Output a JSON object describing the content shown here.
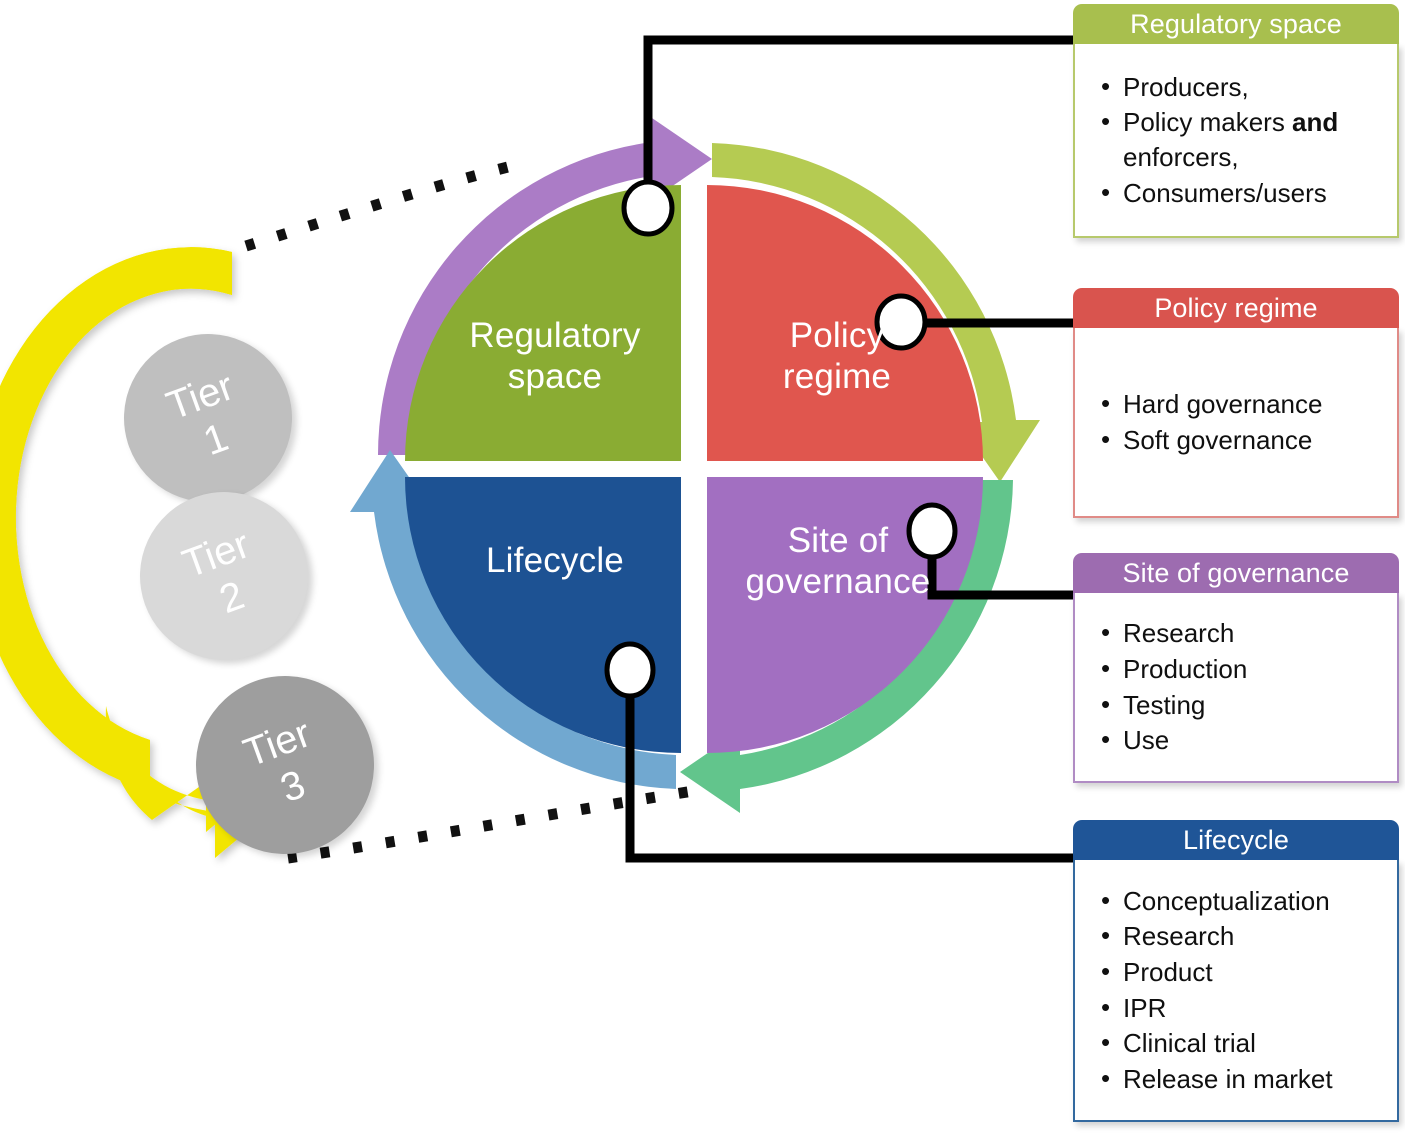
{
  "diagram": {
    "title_hidden": "",
    "center_wheel": {
      "quadrants": [
        {
          "key": "regulatory_space",
          "label": "Regulatory\nspace",
          "label_line1": "Regulatory",
          "label_line2": "space",
          "fill": "#8aac33",
          "arc_color": "#a97cc4",
          "arc_name": "purple-arc-arrow"
        },
        {
          "key": "policy_regime",
          "label_line1": "Policy",
          "label_line2": "regime",
          "fill": "#e0564e",
          "arc_color": "#b5cb52",
          "arc_name": "green-arc-arrow"
        },
        {
          "key": "site_of_governance",
          "label_line1": "Site of",
          "label_line2": "governance",
          "fill": "#a26fc1",
          "arc_color": "#62c58c",
          "arc_name": "teal-arc-arrow"
        },
        {
          "key": "lifecycle",
          "label_line1": "Lifecycle",
          "label_line2": "",
          "fill": "#1d5293",
          "arc_color": "#71a8d0",
          "arc_name": "blue-arc-arrow"
        }
      ]
    },
    "tiers": [
      {
        "name": "Tier 1",
        "word": "Tier",
        "number": "1",
        "color": "#bfbfbf"
      },
      {
        "name": "Tier 2",
        "word": "Tier",
        "number": "2",
        "color": "#d9d9d9"
      },
      {
        "name": "Tier 3",
        "word": "Tier",
        "number": "3",
        "color": "#9e9e9e"
      }
    ],
    "tier_arrow": {
      "name": "yellow-arc-arrow",
      "color": "#f2e500"
    },
    "dotted_connectors": [
      {
        "name": "dotted-line-top",
        "color": "#111111"
      },
      {
        "name": "dotted-line-bottom",
        "color": "#111111"
      }
    ],
    "callout_dots": [
      {
        "name": "callout-dot-regulatory-space"
      },
      {
        "name": "callout-dot-policy-regime"
      },
      {
        "name": "callout-dot-site-of-governance"
      },
      {
        "name": "callout-dot-lifecycle"
      }
    ],
    "boxes": [
      {
        "key": "regulatory_space",
        "title": "Regulatory space",
        "header_color": "#a8bf4e",
        "border_color": "#b7c96c",
        "items": [
          {
            "text": "Producers,",
            "bold": ""
          },
          {
            "text": "Policy makers ",
            "bold": "and",
            "tail": " enforcers,"
          },
          {
            "text": "Consumers/users",
            "bold": ""
          }
        ]
      },
      {
        "key": "policy_regime",
        "title": "Policy regime",
        "header_color": "#d9544e",
        "border_color": "#e08b87",
        "items": [
          {
            "text": "Hard governance"
          },
          {
            "text": "Soft governance"
          }
        ]
      },
      {
        "key": "site_of_governance",
        "title": "Site of governance",
        "header_color": "#9d6cb0",
        "border_color": "#b08cc4",
        "items": [
          {
            "text": "Research"
          },
          {
            "text": "Production"
          },
          {
            "text": "Testing"
          },
          {
            "text": "Use"
          }
        ]
      },
      {
        "key": "lifecycle",
        "title": "Lifecycle",
        "header_color": "#1f5597",
        "border_color": "#33699f",
        "items": [
          {
            "text": "Conceptualization"
          },
          {
            "text": "Research"
          },
          {
            "text": "Product"
          },
          {
            "text": "IPR"
          },
          {
            "text": "Clinical trial"
          },
          {
            "text": "Release in market"
          }
        ]
      }
    ]
  }
}
